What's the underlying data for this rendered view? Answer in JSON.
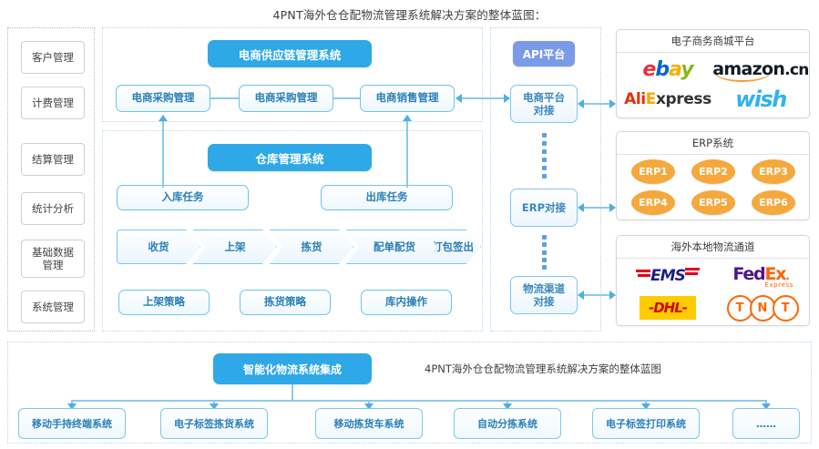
{
  "title": "4PNT海外仓仓配物流管理系统解决方案的整体蓝图：",
  "colors": {
    "blue_header": "#2FA8E8",
    "api_purple": "#7B9BE8",
    "box_border": "#7cc8ee",
    "box_text": "#2a7fb8",
    "erp_orange": "#F5A93C",
    "connector": "#8CC9EC"
  },
  "sidebar": {
    "items": [
      {
        "label": "客户管理"
      },
      {
        "label": "计费管理"
      },
      {
        "label": "结算管理"
      },
      {
        "label": "统计分析"
      },
      {
        "label": "基础数据\n管理"
      },
      {
        "label": "系统管理"
      }
    ]
  },
  "supply_chain": {
    "header": "电商供应链管理系统",
    "modules": [
      "电商采购管理",
      "电商采购管理",
      "电商销售管理"
    ]
  },
  "warehouse": {
    "header": "仓库管理系统",
    "tasks": [
      "入库任务",
      "出库任务"
    ],
    "flow": [
      "收货",
      "上架",
      "拣货",
      "配单配货",
      "打包签出"
    ],
    "strategies": [
      "上架策略",
      "拣货策略",
      "库内操作"
    ]
  },
  "api": {
    "header": "API平台",
    "connectors": [
      "电商平台\n对接",
      "ERP对接",
      "物流渠道\n对接"
    ]
  },
  "right_panels": [
    {
      "title": "电子商务商城平台",
      "logos": [
        "ebay",
        "amazon.cn",
        "AliExpress",
        "wish"
      ]
    },
    {
      "title": "ERP系统",
      "logos": [
        "ERP1",
        "ERP2",
        "ERP3",
        "ERP4",
        "ERP5",
        "ERP6"
      ]
    },
    {
      "title": "海外本地物流通道",
      "logos": [
        "EMS",
        "FedEx Express",
        "DHL",
        "TNT"
      ]
    }
  ],
  "bottom": {
    "header": "智能化物流系统集成",
    "caption": "4PNT海外仓仓配物流管理系统解决方案的整体蓝图",
    "items": [
      "移动手持终端系统",
      "电子标签拣货系统",
      "移动拣货车系统",
      "自动分拣系统",
      "电子标签打印系统",
      "……"
    ]
  }
}
